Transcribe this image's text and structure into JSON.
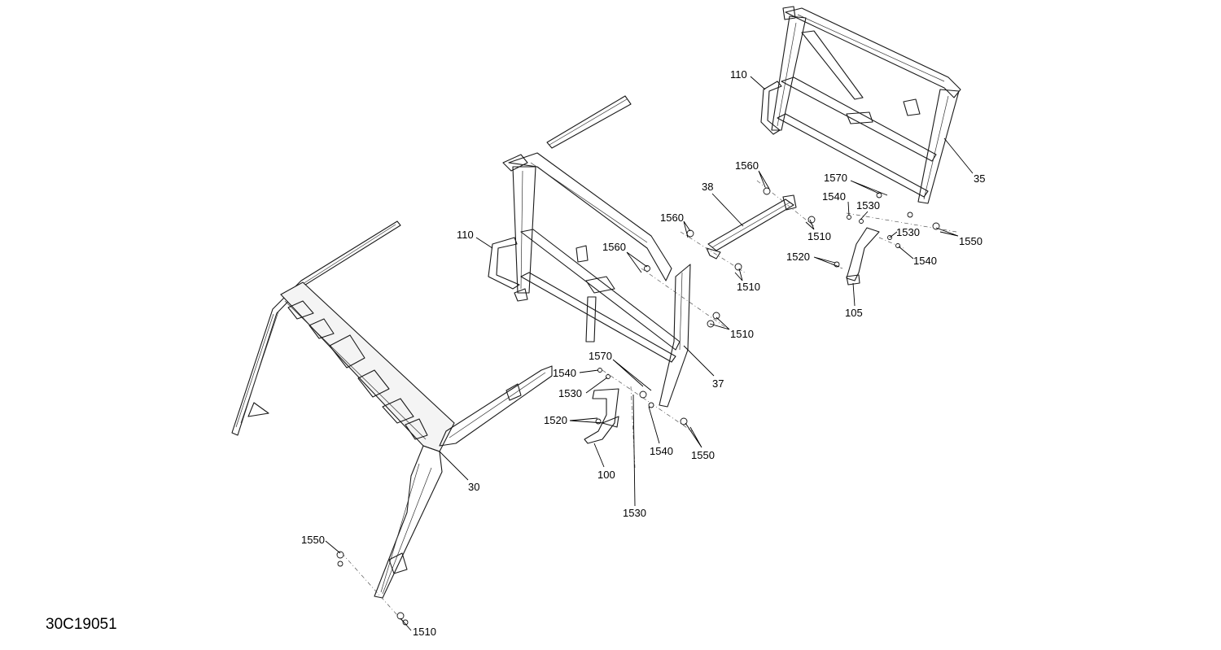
{
  "drawing_code": "30C19051",
  "callouts": {
    "c30": "30",
    "c35": "35",
    "c37": "37",
    "c38": "38",
    "c100": "100",
    "c105": "105",
    "c110_left": "110",
    "c110_right": "110",
    "c1510_a": "1510",
    "c1510_b": "1510",
    "c1510_c": "1510",
    "c1510_d": "1510",
    "c1520_a": "1520",
    "c1520_b": "1520",
    "c1530_a": "1530",
    "c1530_b": "1530",
    "c1530_c": "1530",
    "c1530_d": "1530",
    "c1540_a": "1540",
    "c1540_b": "1540",
    "c1540_c": "1540",
    "c1540_d": "1540",
    "c1550_a": "1550",
    "c1550_b": "1550",
    "c1550_c": "1550",
    "c1560_a": "1560",
    "c1560_b": "1560",
    "c1560_c": "1560",
    "c1570_a": "1570",
    "c1570_b": "1570"
  }
}
